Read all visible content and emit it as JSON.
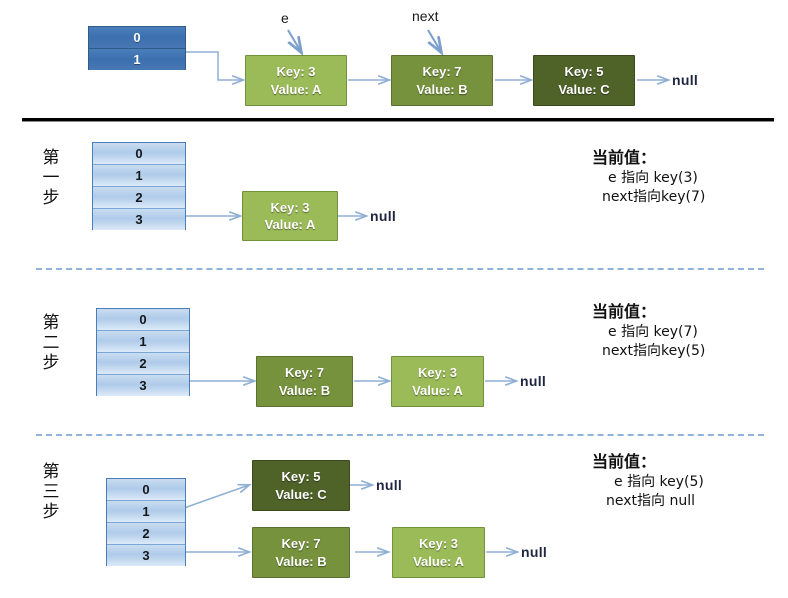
{
  "diagram": {
    "title_present": false,
    "colors": {
      "node_light_green": "#9BBB59",
      "node_mid_green": "#76923C",
      "node_dark_green": "#4F6228",
      "table_dark_blue": "#4A7EBB",
      "table_light_blue": "#AFCBEA",
      "arrow_blue": "#8FAFD4",
      "dashed_divider": "#8FB4DC",
      "null_text": "#1F2640"
    },
    "null_label": "null"
  },
  "top": {
    "table": {
      "cells": [
        "0",
        "1"
      ]
    },
    "pointers": [
      {
        "name": "e-pointer-label",
        "text": "e"
      },
      {
        "name": "next-pointer-label",
        "text": "next"
      }
    ],
    "nodes": [
      {
        "key": "Key: 3",
        "value": "Value: A",
        "shade": "g-light"
      },
      {
        "key": "Key: 7",
        "value": "Value: B",
        "shade": "g-mid"
      },
      {
        "key": "Key: 5",
        "value": "Value: C",
        "shade": "g-dark"
      }
    ],
    "tail": "null"
  },
  "steps": [
    {
      "label_chars": [
        "第",
        "一",
        "步"
      ],
      "table": {
        "cells": [
          "0",
          "1",
          "2",
          "3"
        ]
      },
      "chains": [
        {
          "from_cell": "3",
          "nodes": [
            {
              "key": "Key: 3",
              "value": "Value: A",
              "shade": "g-light"
            }
          ],
          "tail": "null"
        }
      ],
      "note": {
        "title": "当前值：",
        "lines": [
          "e 指向 key(3)",
          "next指向key(7)"
        ]
      }
    },
    {
      "label_chars": [
        "第",
        "二",
        "步"
      ],
      "table": {
        "cells": [
          "0",
          "1",
          "2",
          "3"
        ]
      },
      "chains": [
        {
          "from_cell": "3",
          "nodes": [
            {
              "key": "Key: 7",
              "value": "Value: B",
              "shade": "g-mid"
            },
            {
              "key": "Key: 3",
              "value": "Value: A",
              "shade": "g-light"
            }
          ],
          "tail": "null"
        }
      ],
      "note": {
        "title": "当前值：",
        "lines": [
          "e 指向 key(7)",
          "next指向key(5)"
        ]
      }
    },
    {
      "label_chars": [
        "第",
        "三",
        "步"
      ],
      "table": {
        "cells": [
          "0",
          "1",
          "2",
          "3"
        ]
      },
      "chains": [
        {
          "from_cell": "1",
          "nodes": [
            {
              "key": "Key: 5",
              "value": "Value: C",
              "shade": "g-dark"
            }
          ],
          "tail": "null"
        },
        {
          "from_cell": "3",
          "nodes": [
            {
              "key": "Key: 7",
              "value": "Value: B",
              "shade": "g-mid"
            },
            {
              "key": "Key: 3",
              "value": "Value: A",
              "shade": "g-light"
            }
          ],
          "tail": "null"
        }
      ],
      "note": {
        "title": "当前值：",
        "lines": [
          "e 指向 key(5)",
          "next指向 null"
        ]
      }
    }
  ]
}
